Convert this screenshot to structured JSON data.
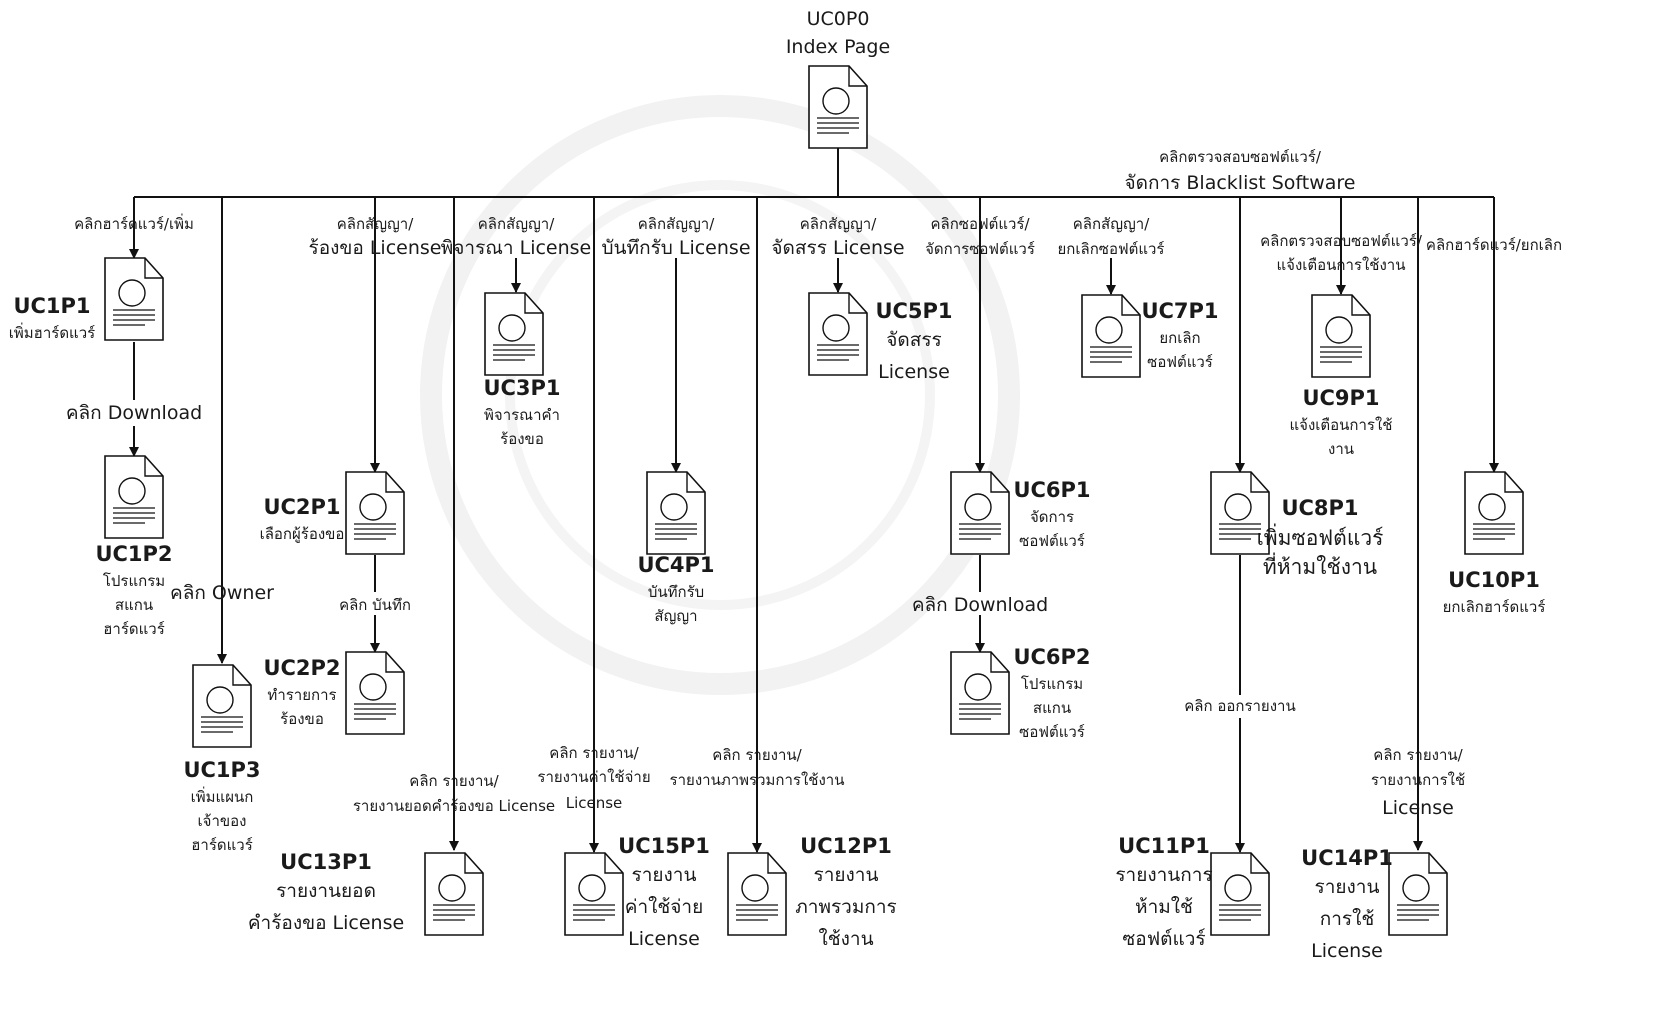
{
  "root": {
    "code": "UC0P0",
    "title": "Index Page"
  },
  "branch_labels": {
    "hardware_add": "คลิกฮาร์ดแวร์/เพิ่ม",
    "owner": "คลิก Owner",
    "contract_request": [
      "คลิกสัญญา/",
      "ร้องขอ License"
    ],
    "contract_consider": [
      "คลิกสัญญา/",
      "พิจารณา License"
    ],
    "contract_record": [
      "คลิกสัญญา/",
      "บันทึกรับ License"
    ],
    "contract_allocate": [
      "คลิกสัญญา/",
      "จัดสรร License"
    ],
    "software_manage": [
      "คลิกซอฟต์แวร์/",
      "จัดการซอฟต์แวร์"
    ],
    "contract_cancel": [
      "คลิกสัญญา/",
      "ยกเลิกซอฟต์แวร์"
    ],
    "blacklist": [
      "คลิกตรวจสอบซอฟต์แวร์/",
      "จัดการ Blacklist Software"
    ],
    "usage_alert": [
      "คลิกตรวจสอบซอฟต์แวร์/",
      "แจ้งเตือนการใช้งาน"
    ],
    "hardware_cancel": "คลิกฮาร์ดแวร์/ยกเลิก",
    "report_request": [
      "คลิก รายงาน/",
      "รายงานยอดคำร้องขอ License"
    ],
    "report_cost": [
      "คลิก รายงาน/",
      "รายงานค่าใช้จ่าย",
      "License"
    ],
    "report_overview": [
      "คลิก รายงาน/",
      "รายงานภาพรวมการใช้งาน"
    ],
    "report_blacklist": "คลิก ออกรายงาน",
    "report_license_usage": [
      "คลิก รายงาน/",
      "รายงานการใช้",
      "License"
    ],
    "download_1": "คลิก Download",
    "save_2": "คลิก บันทึก",
    "download_6": "คลิก Download"
  },
  "pages": {
    "UC1P1": {
      "code": "UC1P1",
      "lines": [
        "เพิ่มฮาร์ดแวร์"
      ]
    },
    "UC1P2": {
      "code": "UC1P2",
      "lines": [
        "โปรแกรม",
        "สแกน",
        "ฮาร์ดแวร์"
      ]
    },
    "UC1P3": {
      "code": "UC1P3",
      "lines": [
        "เพิ่มแผนก",
        "เจ้าของ",
        "ฮาร์ดแวร์"
      ]
    },
    "UC2P1": {
      "code": "UC2P1",
      "lines": [
        "เลือกผู้ร้องขอ"
      ]
    },
    "UC2P2": {
      "code": "UC2P2",
      "lines": [
        "ทำรายการ",
        "ร้องขอ"
      ]
    },
    "UC3P1": {
      "code": "UC3P1",
      "lines": [
        "พิจารณาคำ",
        "ร้องขอ"
      ]
    },
    "UC4P1": {
      "code": "UC4P1",
      "lines": [
        "บันทึกรับ",
        "สัญญา"
      ]
    },
    "UC5P1": {
      "code": "UC5P1",
      "lines": [
        "จัดสรร",
        "License"
      ]
    },
    "UC6P1": {
      "code": "UC6P1",
      "lines": [
        "จัดการ",
        "ซอฟต์แวร์"
      ]
    },
    "UC6P2": {
      "code": "UC6P2",
      "lines": [
        "โปรแกรม",
        "สแกน",
        "ซอฟต์แวร์"
      ]
    },
    "UC7P1": {
      "code": "UC7P1",
      "lines": [
        "ยกเลิก",
        "ซอฟต์แวร์"
      ]
    },
    "UC8P1": {
      "code": "UC8P1",
      "lines": [
        "เพิ่มซอฟต์แวร์",
        "ที่ห้ามใช้งาน"
      ]
    },
    "UC9P1": {
      "code": "UC9P1",
      "lines": [
        "แจ้งเตือนการใช้",
        "งาน"
      ]
    },
    "UC10P1": {
      "code": "UC10P1",
      "lines": [
        "ยกเลิกฮาร์ดแวร์"
      ]
    },
    "UC11P1": {
      "code": "UC11P1",
      "lines": [
        "รายงานการ",
        "ห้ามใช้",
        "ซอฟต์แวร์"
      ]
    },
    "UC12P1": {
      "code": "UC12P1",
      "lines": [
        "รายงาน",
        "ภาพรวมการ",
        "ใช้งาน"
      ]
    },
    "UC13P1": {
      "code": "UC13P1",
      "lines": [
        "รายงานยอด",
        "คำร้องขอ License"
      ]
    },
    "UC14P1": {
      "code": "UC14P1",
      "lines": [
        "รายงาน",
        "การใช้",
        "License"
      ]
    },
    "UC15P1": {
      "code": "UC15P1",
      "lines": [
        "รายงาน",
        "ค่าใช้จ่าย",
        "License"
      ]
    }
  }
}
